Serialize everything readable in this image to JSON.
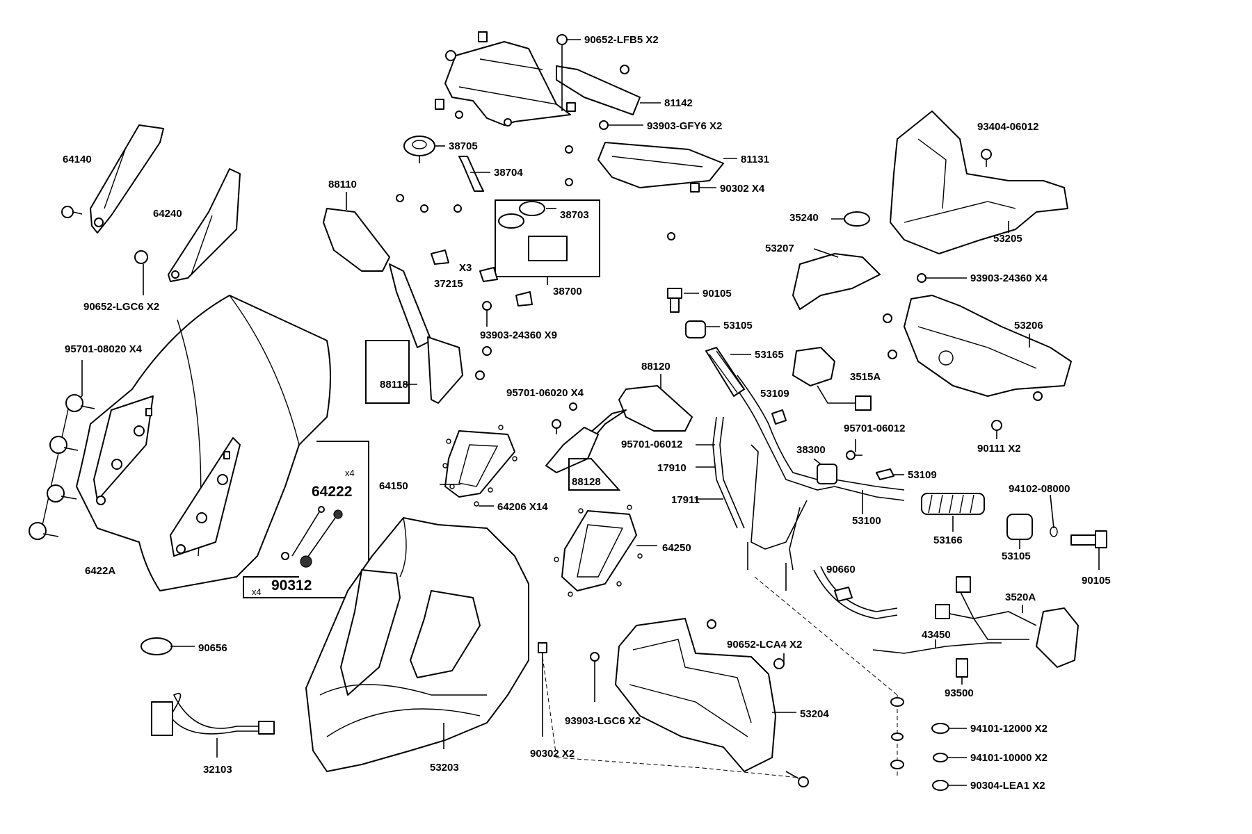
{
  "labels": {
    "p90652_lfb5": "90652-LFB5 X2",
    "p81142": "81142",
    "p93903_gfy6": "93903-GFY6 X2",
    "p81131": "81131",
    "p90302_x4": "90302  X4",
    "p38705": "38705",
    "p38704": "38704",
    "p38703": "38703",
    "p38700": "38700",
    "p88110": "88110",
    "p64140": "64140",
    "p64240": "64240",
    "p90652_lgc6": "90652-LGC6 X2",
    "p95701_08020": "95701-08020 X4",
    "p6422a": "6422A",
    "p64222_qty": "x4",
    "p64222": "64222",
    "p90312": "90312",
    "p90312_qty": "x4",
    "p37215_x3": "X3",
    "p37215": "37215",
    "p93903_24360_x9": "93903-24360 X9",
    "p88118": "88118",
    "p95701_06020": "95701-06020 X4",
    "p88120": "88120",
    "p95701_06012_mid": "95701-06012",
    "p88128": "88128",
    "p64150": "64150",
    "p64206": "64206  X14",
    "p64250": "64250",
    "p90656": "90656",
    "p32103": "32103",
    "p53203": "53203",
    "p90302_x2": "90302 X2",
    "p93903_lgc6": "93903-LGC6 X2",
    "p90652_lca4": "90652-LCA4 X2",
    "p53204": "53204",
    "p93404": "93404-06012",
    "p53205": "53205",
    "p35240": "35240",
    "p53207": "53207",
    "p93903_24360_x4": "93903-24360 X4",
    "p53206": "53206",
    "p90105_top": "90105",
    "p53105_top": "53105",
    "p53165": "53165",
    "p3515a": "3515A",
    "p53109_top": "53109",
    "p90111": "90111 X2",
    "p95701_06012_right": "95701-06012",
    "p38300": "38300",
    "p53109_right": "53109",
    "p17910": "17910",
    "p17911": "17911",
    "p53100": "53100",
    "p94102": "94102-08000",
    "p53166": "53166",
    "p53105_right": "53105",
    "p90105_right": "90105",
    "p90660": "90660",
    "p3520a": "3520A",
    "p43450": "43450",
    "p93500": "93500",
    "p94101_12000": "94101-12000 X2",
    "p94101_10000": "94101-10000 X2",
    "p90304": "90304-LEA1 X2"
  }
}
